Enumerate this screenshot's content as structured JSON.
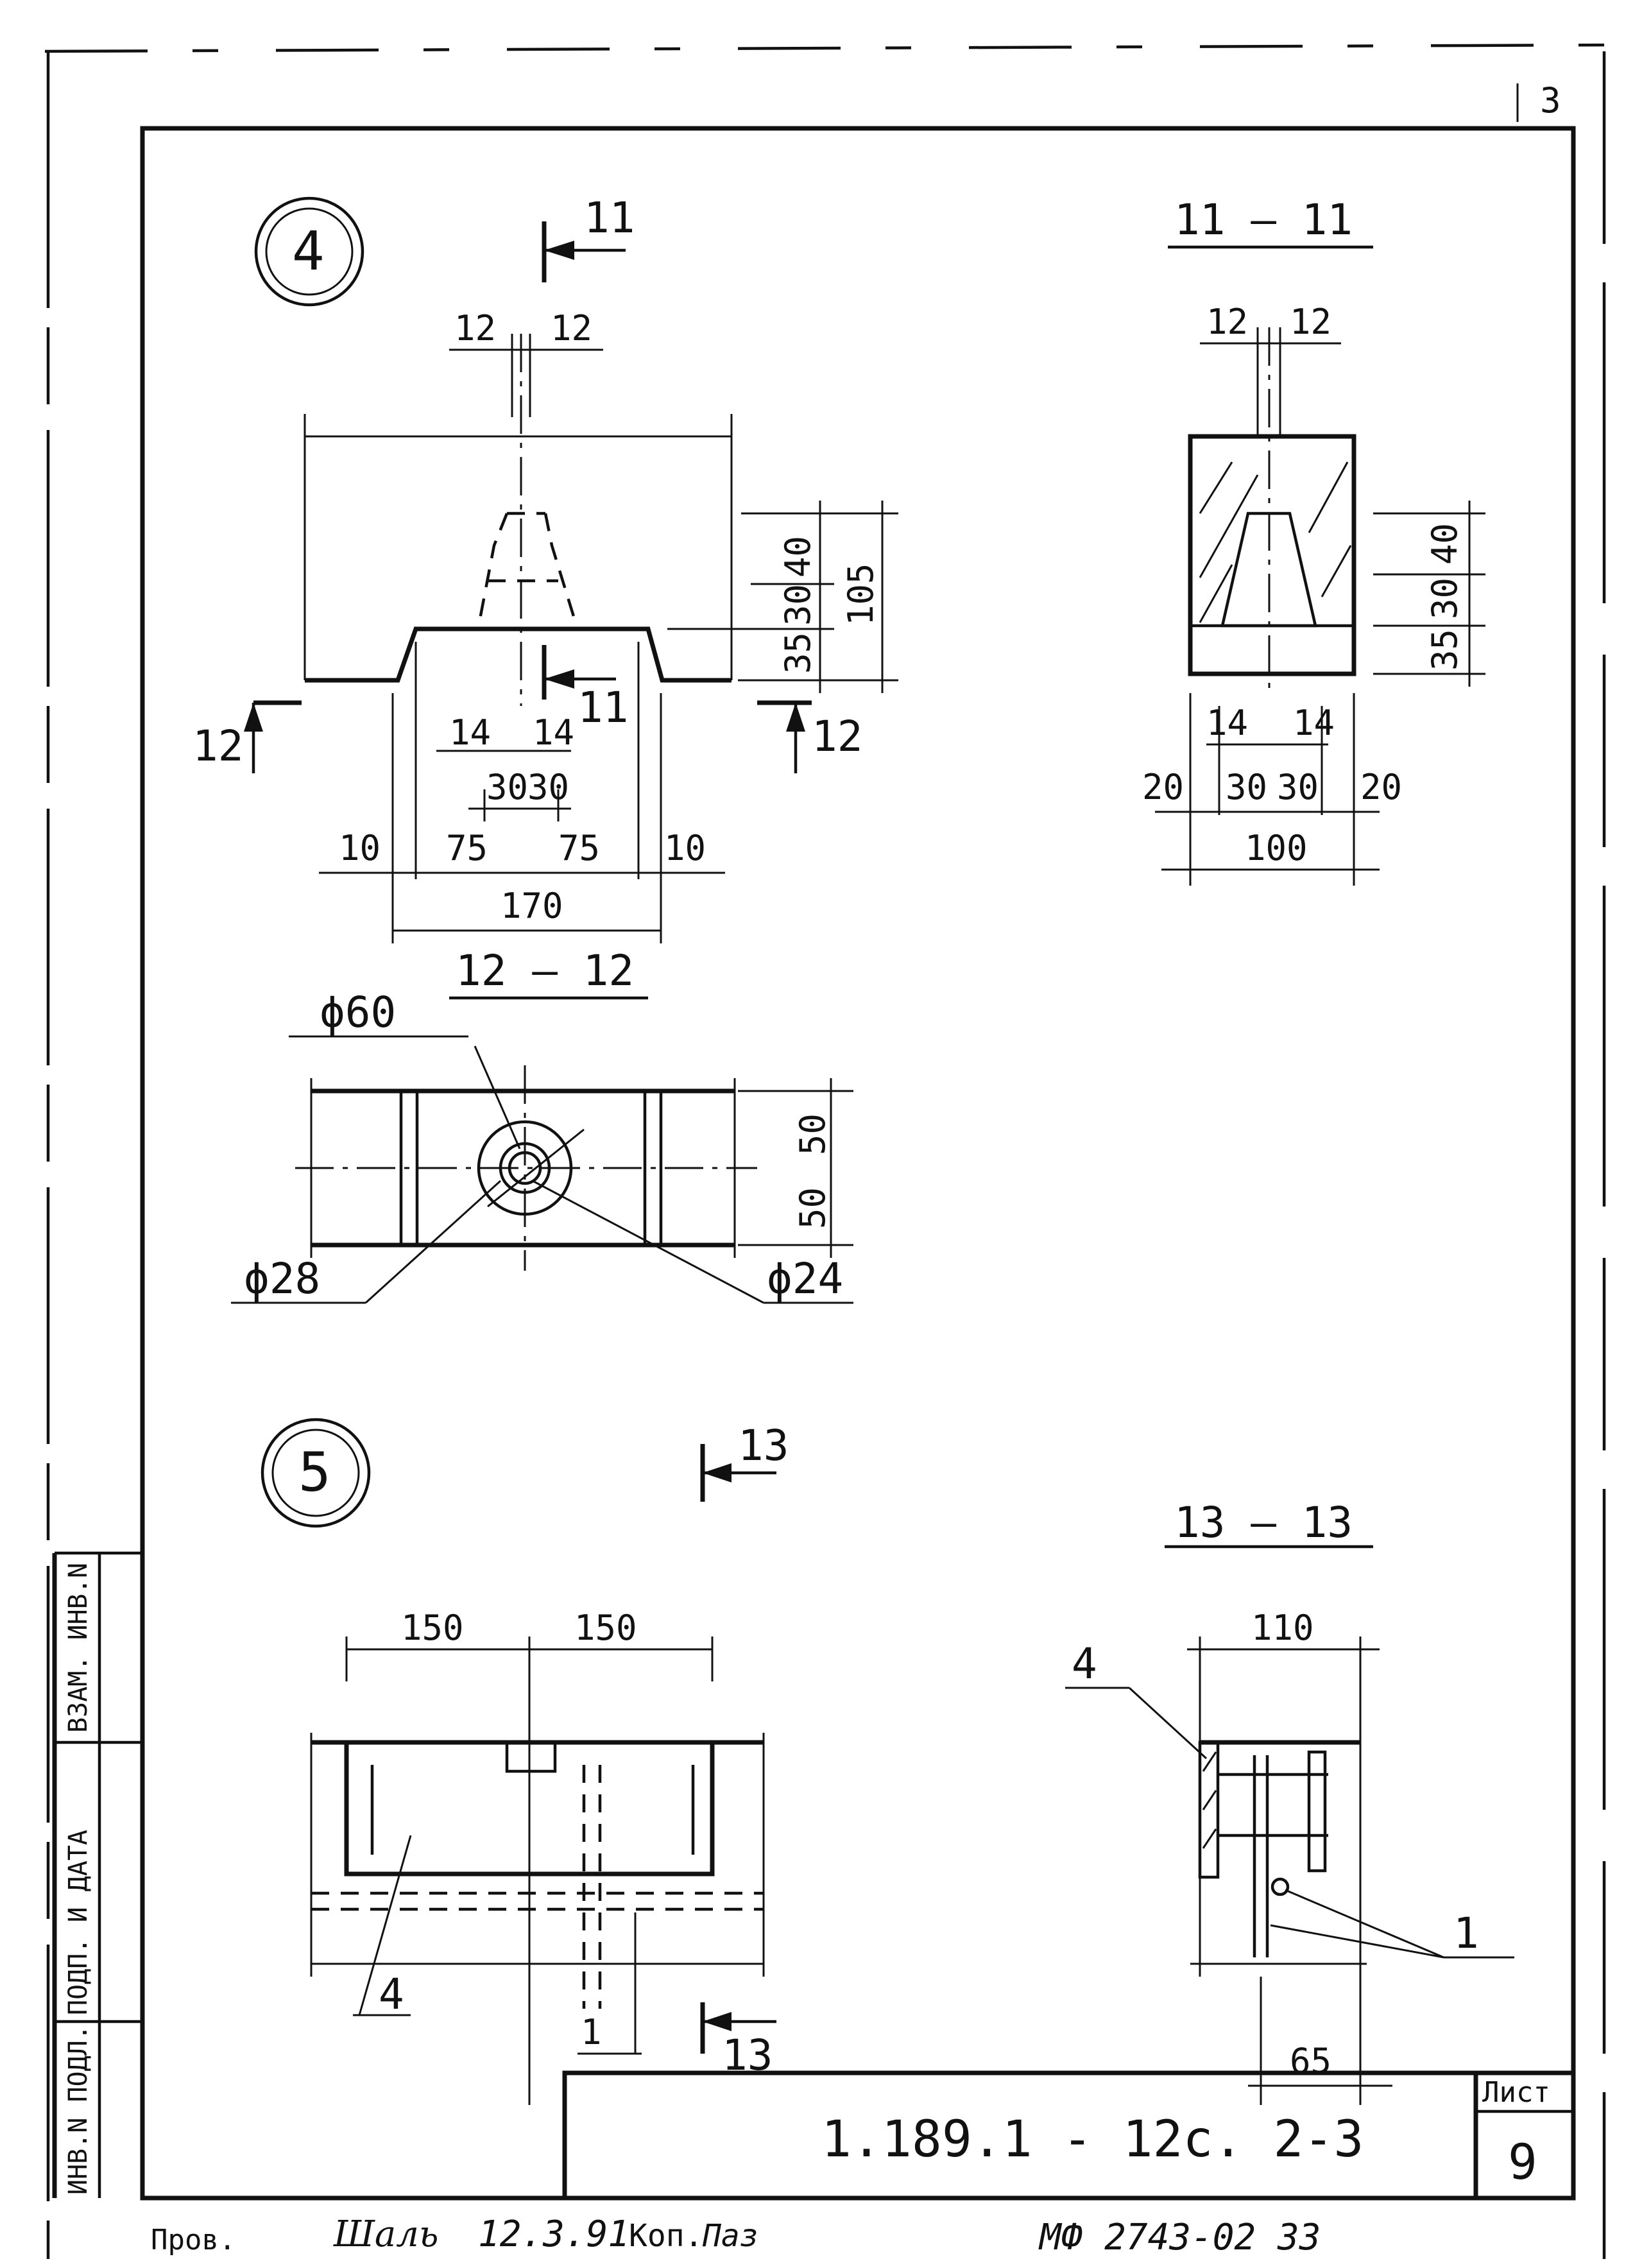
{
  "corner_mark": "3",
  "node4": {
    "marker": "4",
    "section_cut_top": "11",
    "section_cut_mid": "11",
    "section_cut_left": "12",
    "section_cut_right": "12",
    "dims_top": [
      "12",
      "12"
    ],
    "dims_height": [
      "40",
      "30",
      "35",
      "105"
    ],
    "dims_bottom_inner": [
      "14",
      "14"
    ],
    "dims_bottom_mid": [
      "30",
      "30"
    ],
    "dims_bottom": [
      "10",
      "75",
      "75",
      "10"
    ],
    "dim_total": "170"
  },
  "section_11": {
    "title": "11 — 11",
    "dims_top": [
      "12",
      "12"
    ],
    "dims_height": [
      "40",
      "30",
      "35"
    ],
    "dims_inner": [
      "14",
      "14"
    ],
    "dims_mid": [
      "20",
      "30",
      "30",
      "20"
    ],
    "dim_total": "100"
  },
  "section_12": {
    "title": "12 — 12",
    "dia_top": "ϕ60",
    "dia_left": "ϕ28",
    "dia_right": "ϕ24",
    "dims_right": [
      "50",
      "50"
    ]
  },
  "node5": {
    "marker": "5",
    "section_cut_top": "13",
    "section_cut_bottom": "13",
    "dims_top": [
      "150",
      "150"
    ],
    "callout_4": "4",
    "callout_1": "1"
  },
  "section_13": {
    "title": "13 — 13",
    "dim_top": "110",
    "dim_bottom": "65",
    "callout_4": "4",
    "callout_1": "1"
  },
  "side_stamp": {
    "col1": "ИНВ.N ПОДЛ.",
    "col2": "ПОДП. И ДАТА",
    "col3": "ВЗАМ. ИНВ.N"
  },
  "title_block": {
    "code": "1.189.1 - 12с. 2-3",
    "sheet_label": "Лист",
    "sheet_number": "9"
  },
  "footer": {
    "checked_label": "Пров.",
    "signature": "Шаль",
    "date": "12.3.91",
    "copy_label": "Коп.",
    "copy_name": "Паз",
    "order": "МФ 2743-02  33"
  }
}
